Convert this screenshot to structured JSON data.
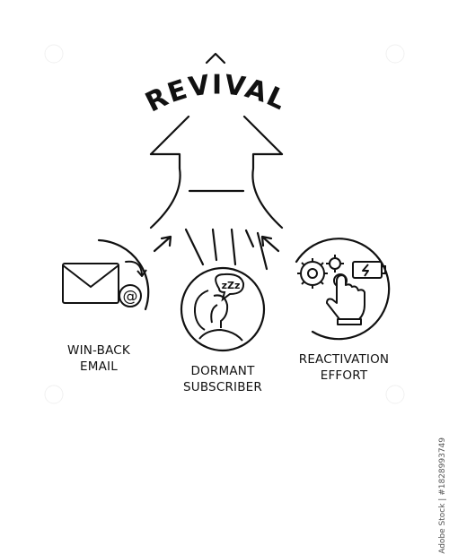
{
  "diagram": {
    "title": "REVIVAL",
    "nodes": [
      {
        "id": "win-back-email",
        "lines": [
          "WIN-BACK",
          "EMAIL"
        ],
        "icon": "envelope-at-icon"
      },
      {
        "id": "dormant-subscriber",
        "lines": [
          "DORMANT",
          "SUBSCRIBER"
        ],
        "icon": "sleeping-person-icon"
      },
      {
        "id": "reactivation-effort",
        "lines": [
          "REACTIVATION",
          "EFFORT"
        ],
        "icon": "gear-hand-battery-icon"
      }
    ],
    "email_icon_glyph": "@",
    "sleep_glyph": "zZz",
    "stroke_color": "#111111",
    "background_color": "#ffffff"
  },
  "watermark": "Adobe Stock | #1828993749"
}
